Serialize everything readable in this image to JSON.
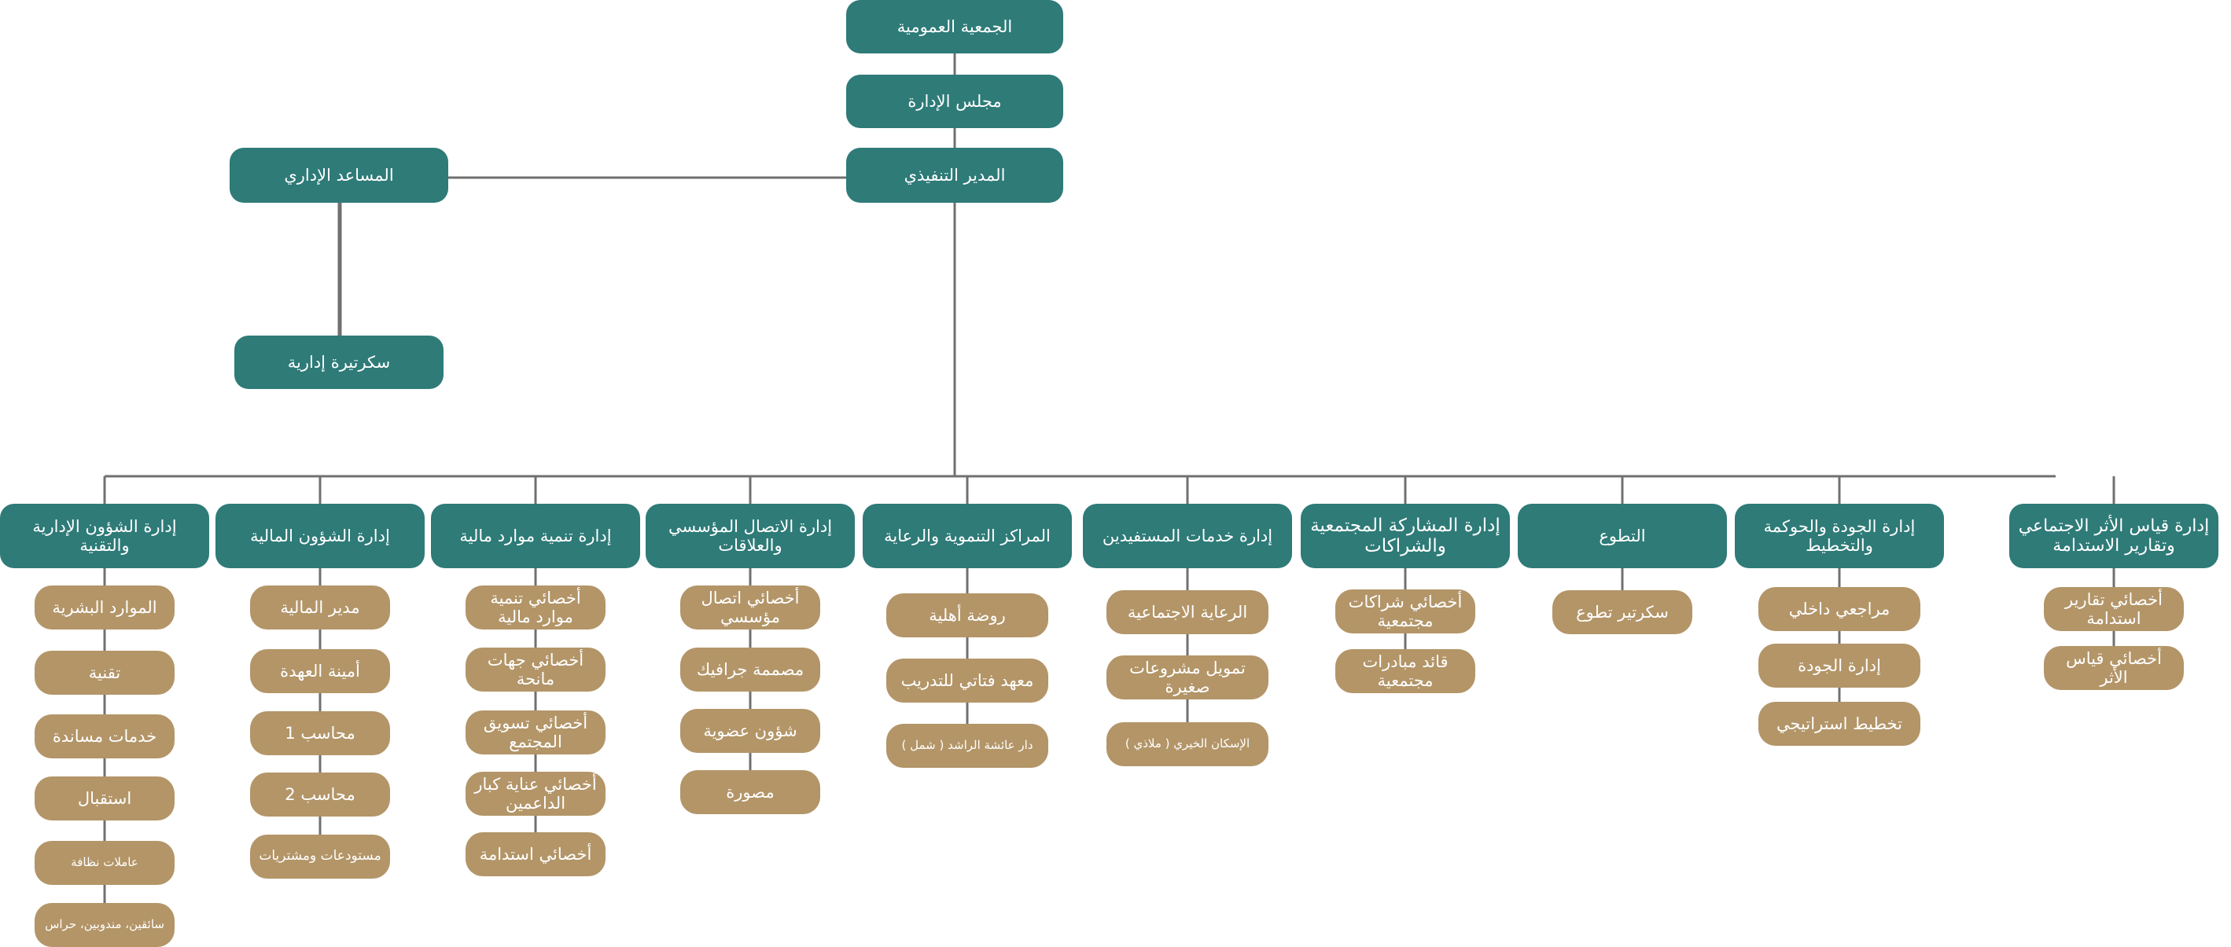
{
  "colors": {
    "head": "#2e7b78",
    "sub": "#b39568",
    "line": "#707070"
  },
  "top": {
    "general_assembly": "الجمعية العمومية",
    "board": "مجلس الإدارة",
    "executive_director": "المدير التنفيذي",
    "admin_assistant": "المساعد الإداري",
    "admin_secretary": "سكرتيرة إدارية"
  },
  "departments": [
    {
      "title": "إدارة الشؤون الإدارية والتقنية",
      "items": [
        "الموارد البشرية",
        "تقنية",
        "خدمات مساندة",
        "استقبال",
        "عاملات نظافة",
        "سائقين، مندوبين، حراس"
      ]
    },
    {
      "title": "إدارة الشؤون المالية",
      "items": [
        "مدير المالية",
        "أمينة العهدة",
        "محاسب 1",
        "محاسب 2",
        "مستودعات ومشتريات"
      ]
    },
    {
      "title": "إدارة تنمية موارد مالية",
      "items": [
        "أخصائي تنمية موارد مالية",
        "أخصائي جهات مانحة",
        "أخصائي تسويق المجتمع",
        "أخصائي عناية كبار الداعمين",
        "أخصائي استدامة"
      ]
    },
    {
      "title": "إدارة الاتصال المؤسسي والعلاقات",
      "items": [
        "أخصائي اتصال مؤسسي",
        "مصممة جرافيك",
        "شؤون عضوية",
        "مصورة"
      ]
    },
    {
      "title": "المراكز التنموية والرعاية",
      "items": [
        "روضة أهلية",
        "معهد فتاتي للتدريب",
        "دار عائشة الراشد ( شمل )"
      ]
    },
    {
      "title": "إدارة خدمات المستفيدين",
      "items": [
        "الرعاية الاجتماعية",
        "تمويل مشروعات صغيرة",
        "الإسكان الخيري ( ملاذي )"
      ]
    },
    {
      "title": "إدارة المشاركة المجتمعية والشراكات",
      "items": [
        "أخصائي شراكات مجتمعية",
        "قائد مبادرات مجتمعية"
      ]
    },
    {
      "title": "التطوع",
      "items": [
        "سكرتير تطوع"
      ]
    },
    {
      "title": "إدارة الجودة والحوكمة والتخطيط",
      "items": [
        "مراجعي داخلي",
        "إدارة الجودة",
        "تخطيط استراتيجي"
      ]
    },
    {
      "title": "إدارة قياس الأثر الاجتماعي وتقارير الاستدامة",
      "items": [
        "أخصائي تقارير استدامة",
        "أخصائي قياس الأثر"
      ]
    }
  ]
}
